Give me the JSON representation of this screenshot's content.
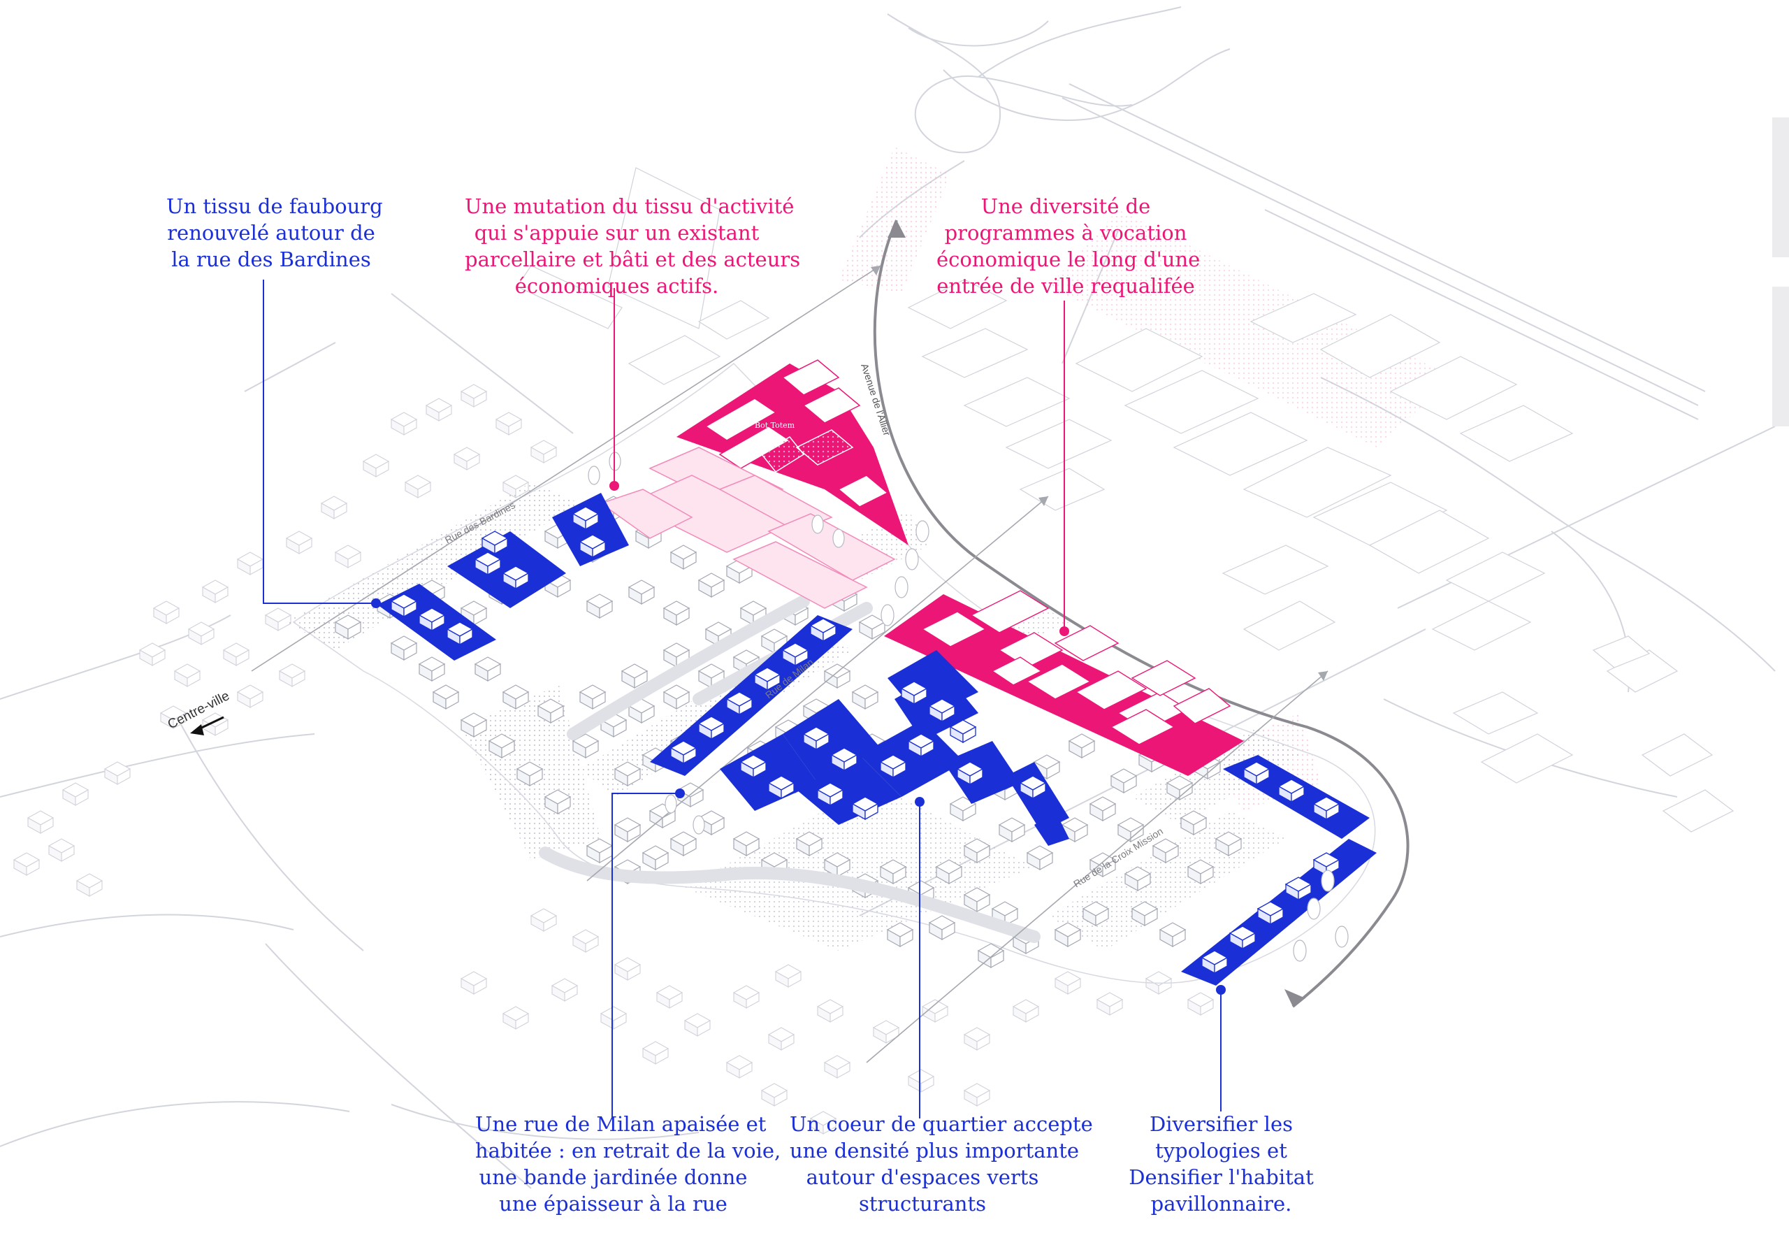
{
  "colors": {
    "blue": "#1b2fd6",
    "pink": "#ec1677",
    "context": "#c9ccd3",
    "road": "#8a8a90"
  },
  "annotations": {
    "faubourg": {
      "lines": [
        "Un tissu de faubourg",
        "renouvelé autour de",
        "la rue des Bardines"
      ]
    },
    "mutation": {
      "lines": [
        "Une mutation du tissu d'activité",
        "qui s'appuie sur un existant",
        "parcellaire et bâti et des acteurs",
        "économiques actifs."
      ]
    },
    "diversite": {
      "lines": [
        "Une diversité de",
        "programmes à vocation",
        "économique le long d'une",
        "entrée de ville requalifée"
      ]
    },
    "milan": {
      "lines": [
        "Une rue de Milan apaisée et",
        "habitée : en retrait de la voie,",
        "une bande jardinée donne",
        "une épaisseur à la rue"
      ]
    },
    "coeur": {
      "lines": [
        "Un coeur de quartier accepte",
        "une densité plus importante",
        "autour d'espaces verts",
        "structurants"
      ]
    },
    "typologies": {
      "lines": [
        "Diversifier les",
        "typologies et",
        "Densifier l'habitat",
        "pavillonnaire."
      ]
    }
  },
  "map_labels": {
    "centre_ville": "Centre-ville",
    "avenue_allier": "Avenue de l'Allier",
    "rue_bardines": "Rue des Bardines",
    "rue_milan": "Rue de Milan",
    "rue_croix_mission": "Rue de la Croix Mission",
    "totem": "Bot Totem"
  }
}
